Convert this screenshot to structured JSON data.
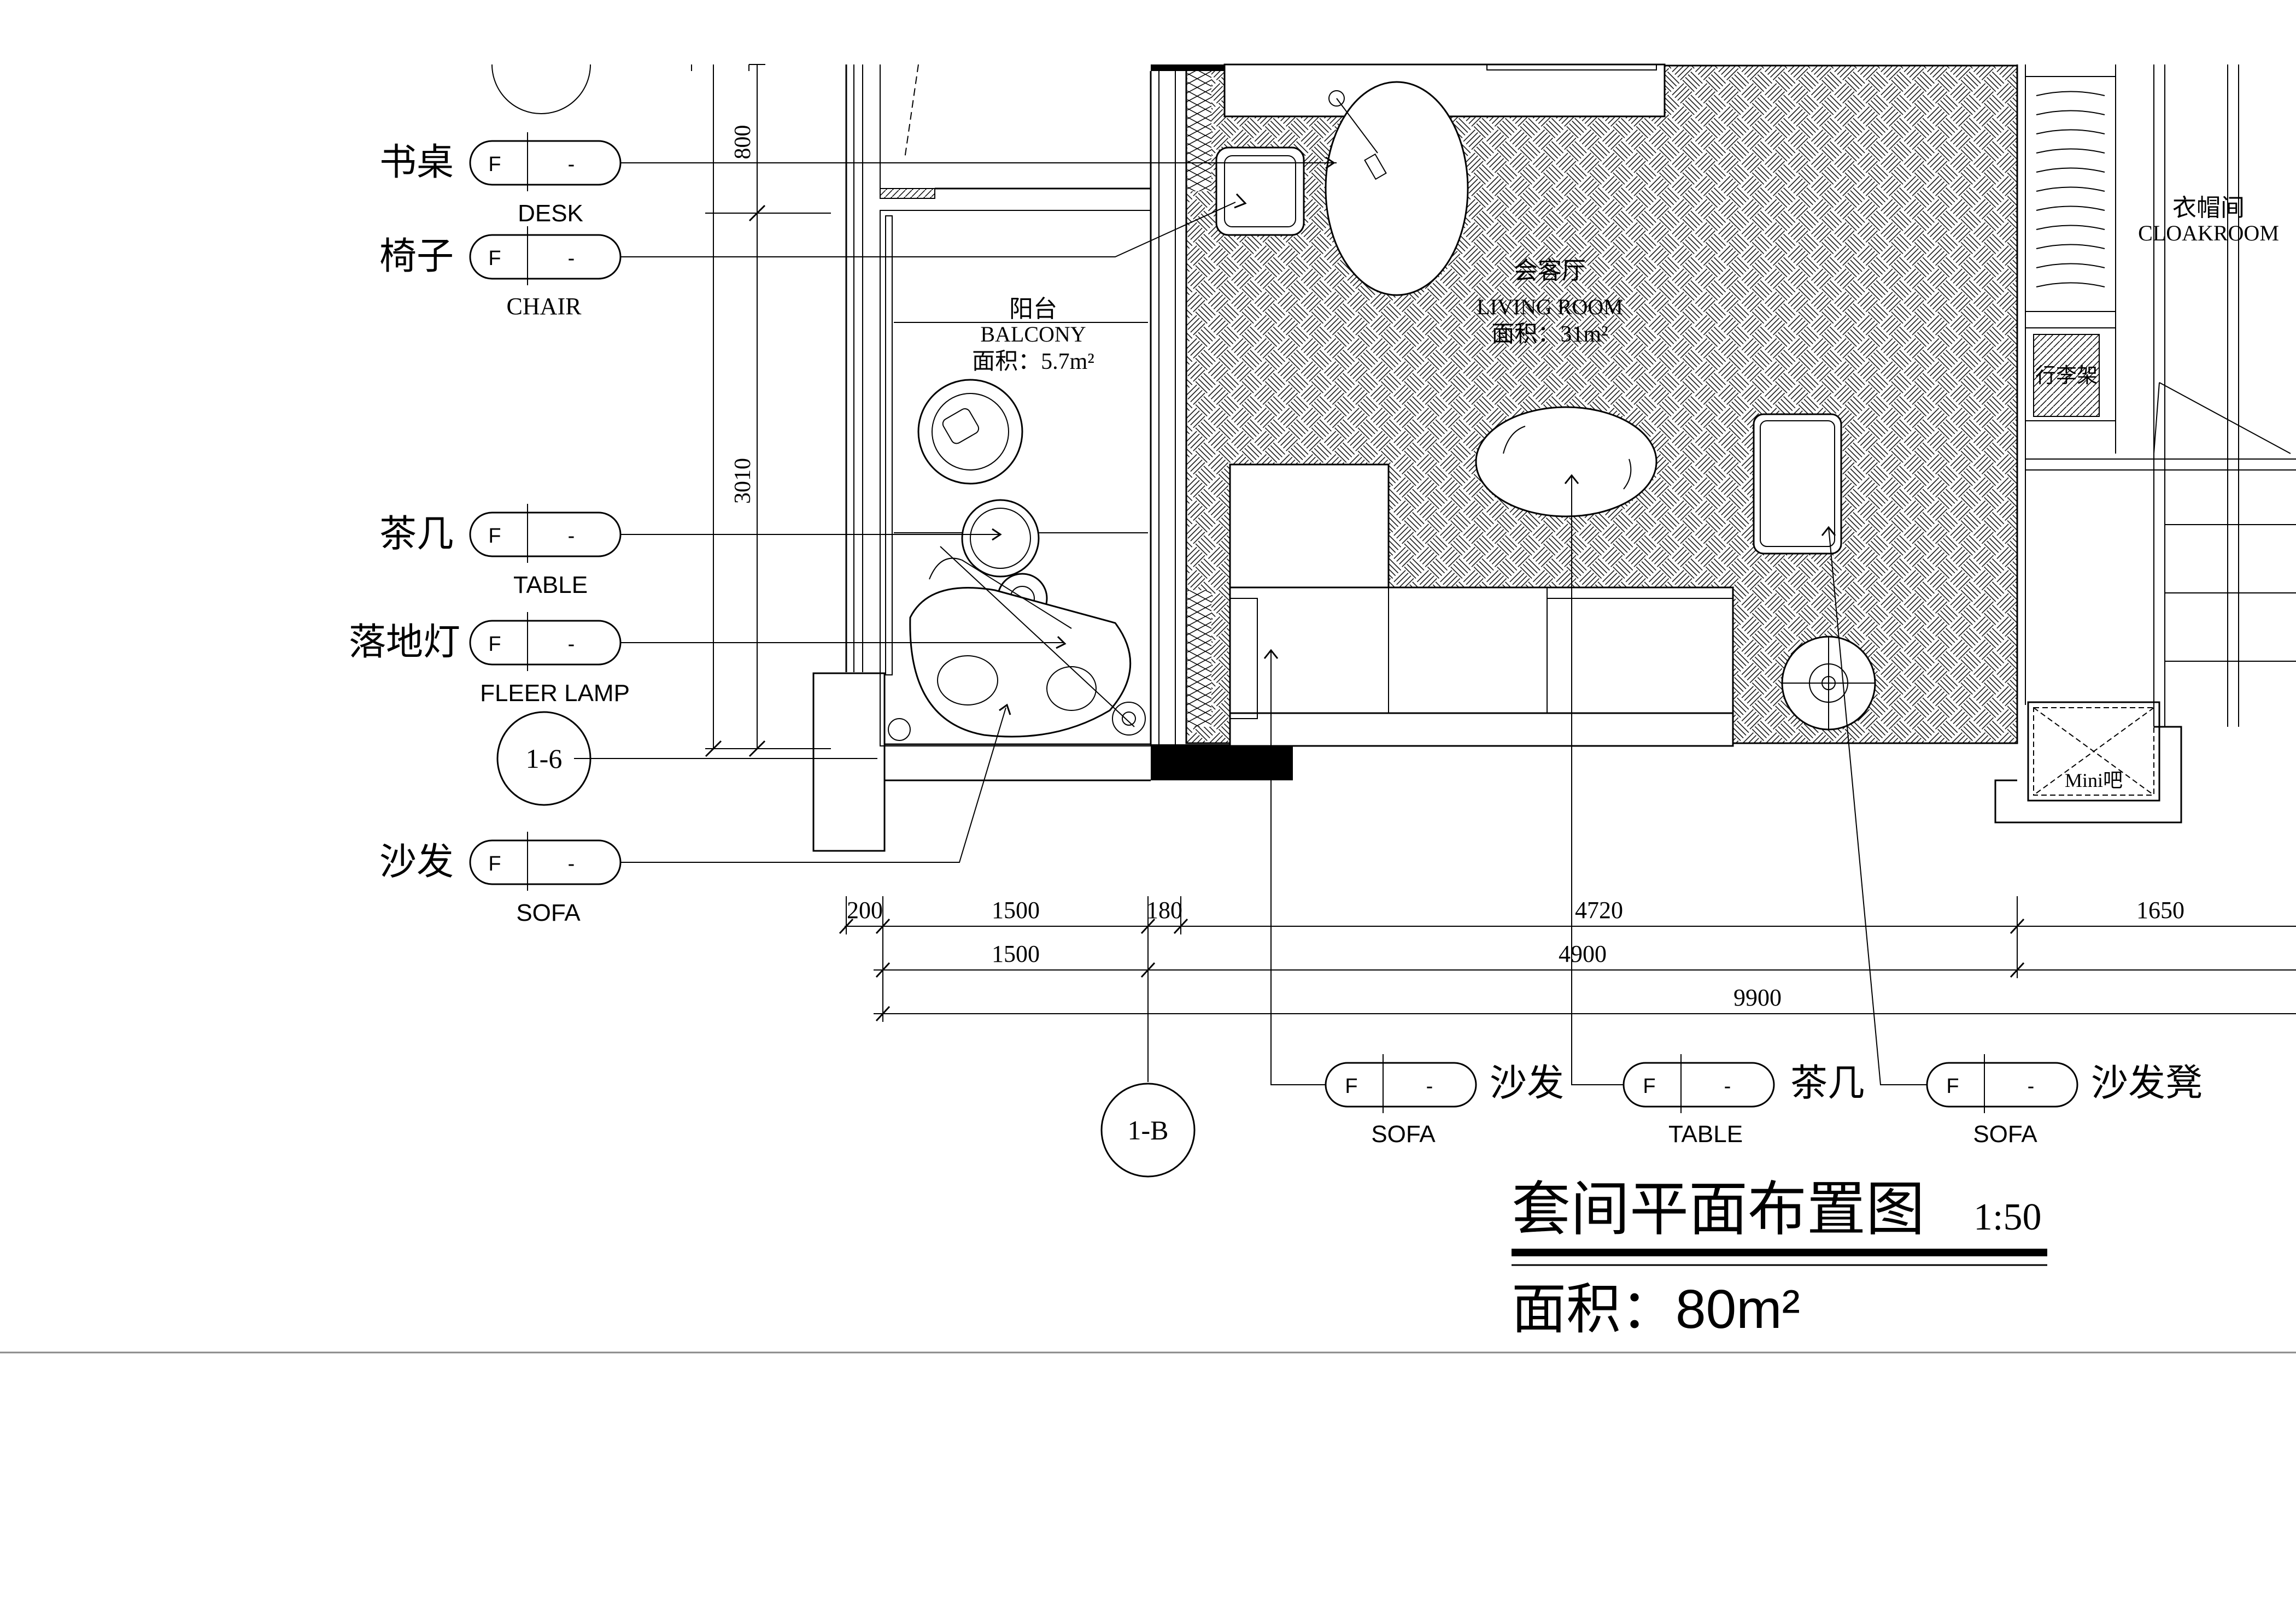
{
  "drawing": {
    "title": "套间平面布置图",
    "scale": "1:50",
    "area": "面积：80m²"
  },
  "rooms": {
    "balcony": {
      "cn": "阳台",
      "en": "BALCONY",
      "area": "面积：5.7m²"
    },
    "living": {
      "cn": "会客厅",
      "en": "LIVING ROOM",
      "area": "面积：31m²"
    },
    "cloakroom": {
      "cn": "衣帽间",
      "en": "CLOAKROOM"
    },
    "luggage": "行李架",
    "minibar": "Mini吧"
  },
  "tags": {
    "desk": {
      "cn": "书桌",
      "code": "F",
      "num": "-",
      "en": "DESK"
    },
    "chair": {
      "cn": "椅子",
      "code": "F",
      "num": "-",
      "en": "CHAIR"
    },
    "table_left": {
      "cn": "茶几",
      "code": "F",
      "num": "-",
      "en": "TABLE"
    },
    "lamp": {
      "cn": "落地灯",
      "code": "F",
      "num": "-",
      "en": "FLEER LAMP"
    },
    "sofa_left": {
      "cn": "沙发",
      "code": "F",
      "num": "-",
      "en": "SOFA"
    },
    "sofa_bottom": {
      "cn": "沙发",
      "code": "F",
      "num": "-",
      "en": "SOFA"
    },
    "table_bottom": {
      "cn": "茶几",
      "code": "F",
      "num": "-",
      "en": "TABLE"
    },
    "stool": {
      "cn": "沙发凳",
      "code": "F",
      "num": "-",
      "en": "SOFA"
    }
  },
  "section_marks": {
    "left": "1-6",
    "bottom": "1-B"
  },
  "dimensions": {
    "vertical_top": "800",
    "vertical_main": "3010",
    "row1": [
      "200",
      "1500",
      "180",
      "4720",
      "1650"
    ],
    "row2": [
      "1500",
      "4900"
    ],
    "row3": [
      "9900"
    ]
  }
}
